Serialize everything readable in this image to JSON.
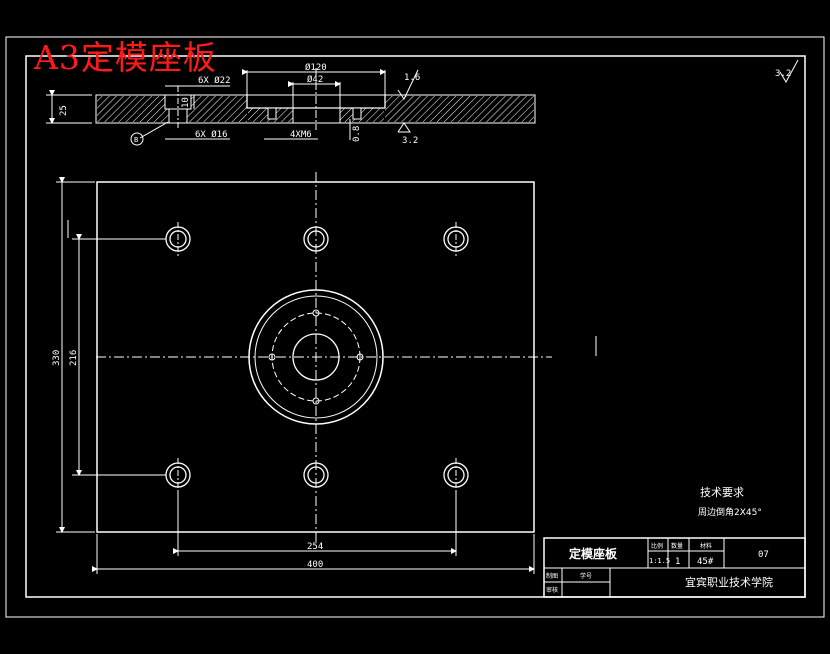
{
  "sheet_title": "A3定模座板",
  "dimensions": {
    "counterbore_top": "6X Ø22",
    "outer_dia": "Ø120",
    "inner_dia": "Ø42",
    "thickness": "25",
    "depth_10": "10",
    "counterbore_bottom": "6X Ø16",
    "thread": "4XM6",
    "depth_08": "0.8",
    "rough_16": "1.6",
    "rough_32": "3.2",
    "rough_global": "3.2",
    "height_330": "330",
    "height_216": "216",
    "width_254": "254",
    "width_400": "400",
    "note_b": "B"
  },
  "tech_notes": {
    "heading": "技术要求",
    "line1": "周边倒角2X45°"
  },
  "title_block": {
    "part_name": "定模座板",
    "col_ratio_label": "比例",
    "col_qty_label": "数量",
    "col_material_label": "材料",
    "ratio": "1:1.5",
    "quantity": "1",
    "material": "45#",
    "drawing_no": "07",
    "drawn_label": "制图",
    "checked_label": "审核",
    "student_label": "学号",
    "school": "宜宾职业技术学院"
  },
  "colors": {
    "background": "#000000",
    "lines": "#ffffff",
    "title_red": "#ff1a1a"
  }
}
